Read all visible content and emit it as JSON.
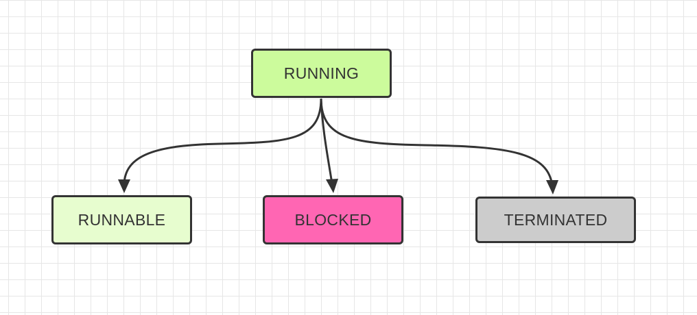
{
  "nodes": {
    "running": {
      "label": "RUNNING",
      "color": "#ccfb9c"
    },
    "runnable": {
      "label": "RUNNABLE",
      "color": "#e7fdcf"
    },
    "blocked": {
      "label": "BLOCKED",
      "color": "#ff66b3"
    },
    "terminated": {
      "label": "TERMINATED",
      "color": "#cccccc"
    }
  },
  "edges": [
    {
      "from": "RUNNING",
      "to": "RUNNABLE"
    },
    {
      "from": "RUNNING",
      "to": "BLOCKED"
    },
    {
      "from": "RUNNING",
      "to": "TERMINATED"
    }
  ],
  "colors": {
    "stroke": "#333333",
    "grid": "#e6e6e6",
    "background": "#ffffff"
  }
}
